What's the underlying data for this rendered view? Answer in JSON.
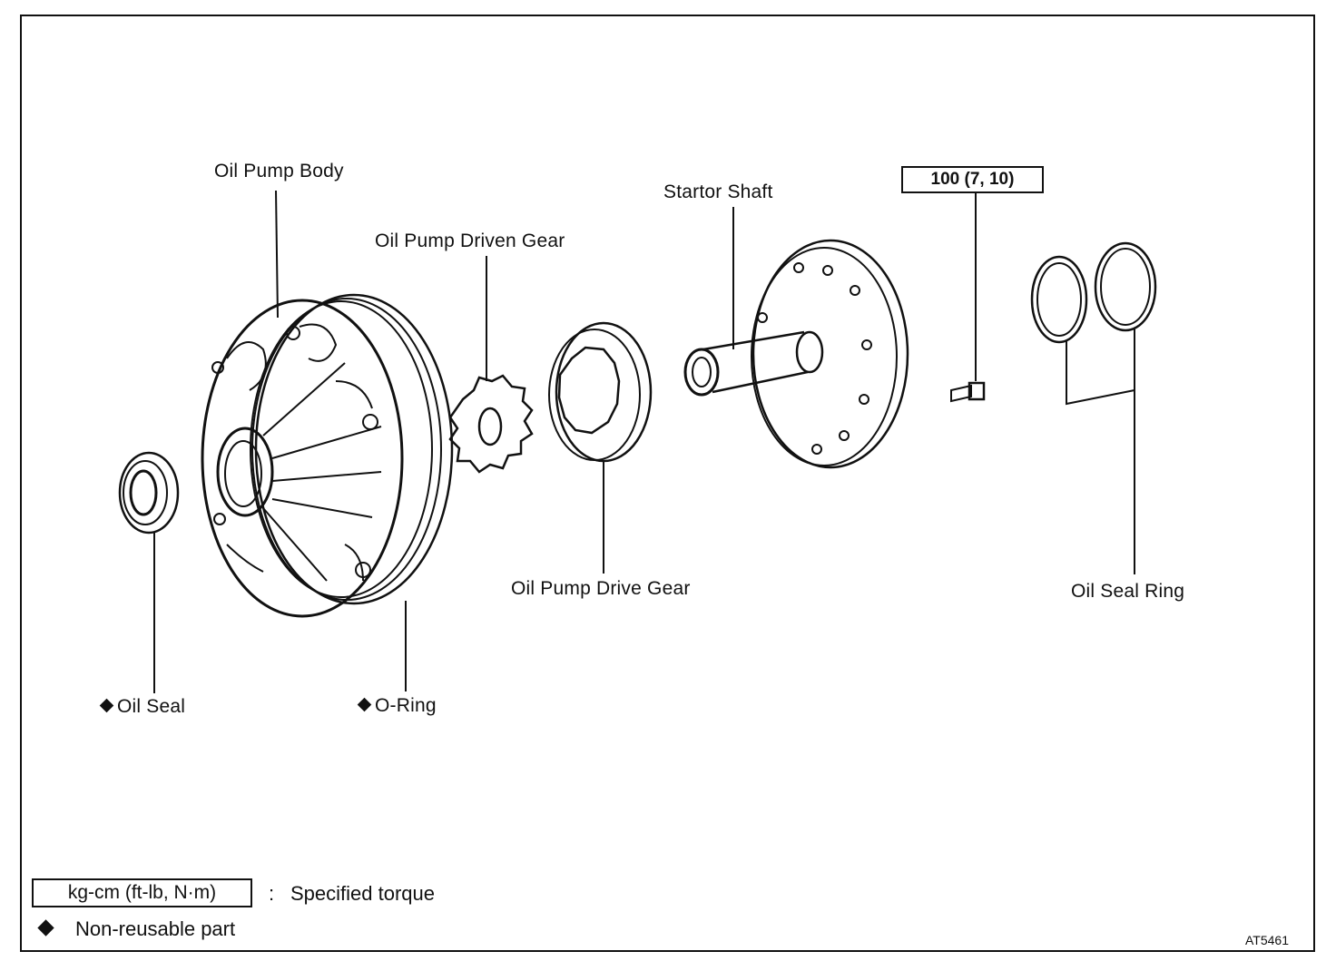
{
  "labels": {
    "oil_pump_body": "Oil Pump Body",
    "oil_pump_driven_gear": "Oil Pump Driven Gear",
    "startor_shaft": "Startor Shaft",
    "torque_spec": "100 (7, 10)",
    "oil_pump_drive_gear": "Oil Pump Drive Gear",
    "oil_seal_ring": "Oil Seal Ring",
    "oil_seal": "Oil Seal",
    "o_ring": "O-Ring"
  },
  "legend": {
    "torque_box": "kg-cm (ft-lb, N·m)",
    "torque_sep": ":",
    "torque_desc": "Specified torque",
    "nonreusable_desc": "Non-reusable part"
  },
  "figure_code": "AT5461"
}
